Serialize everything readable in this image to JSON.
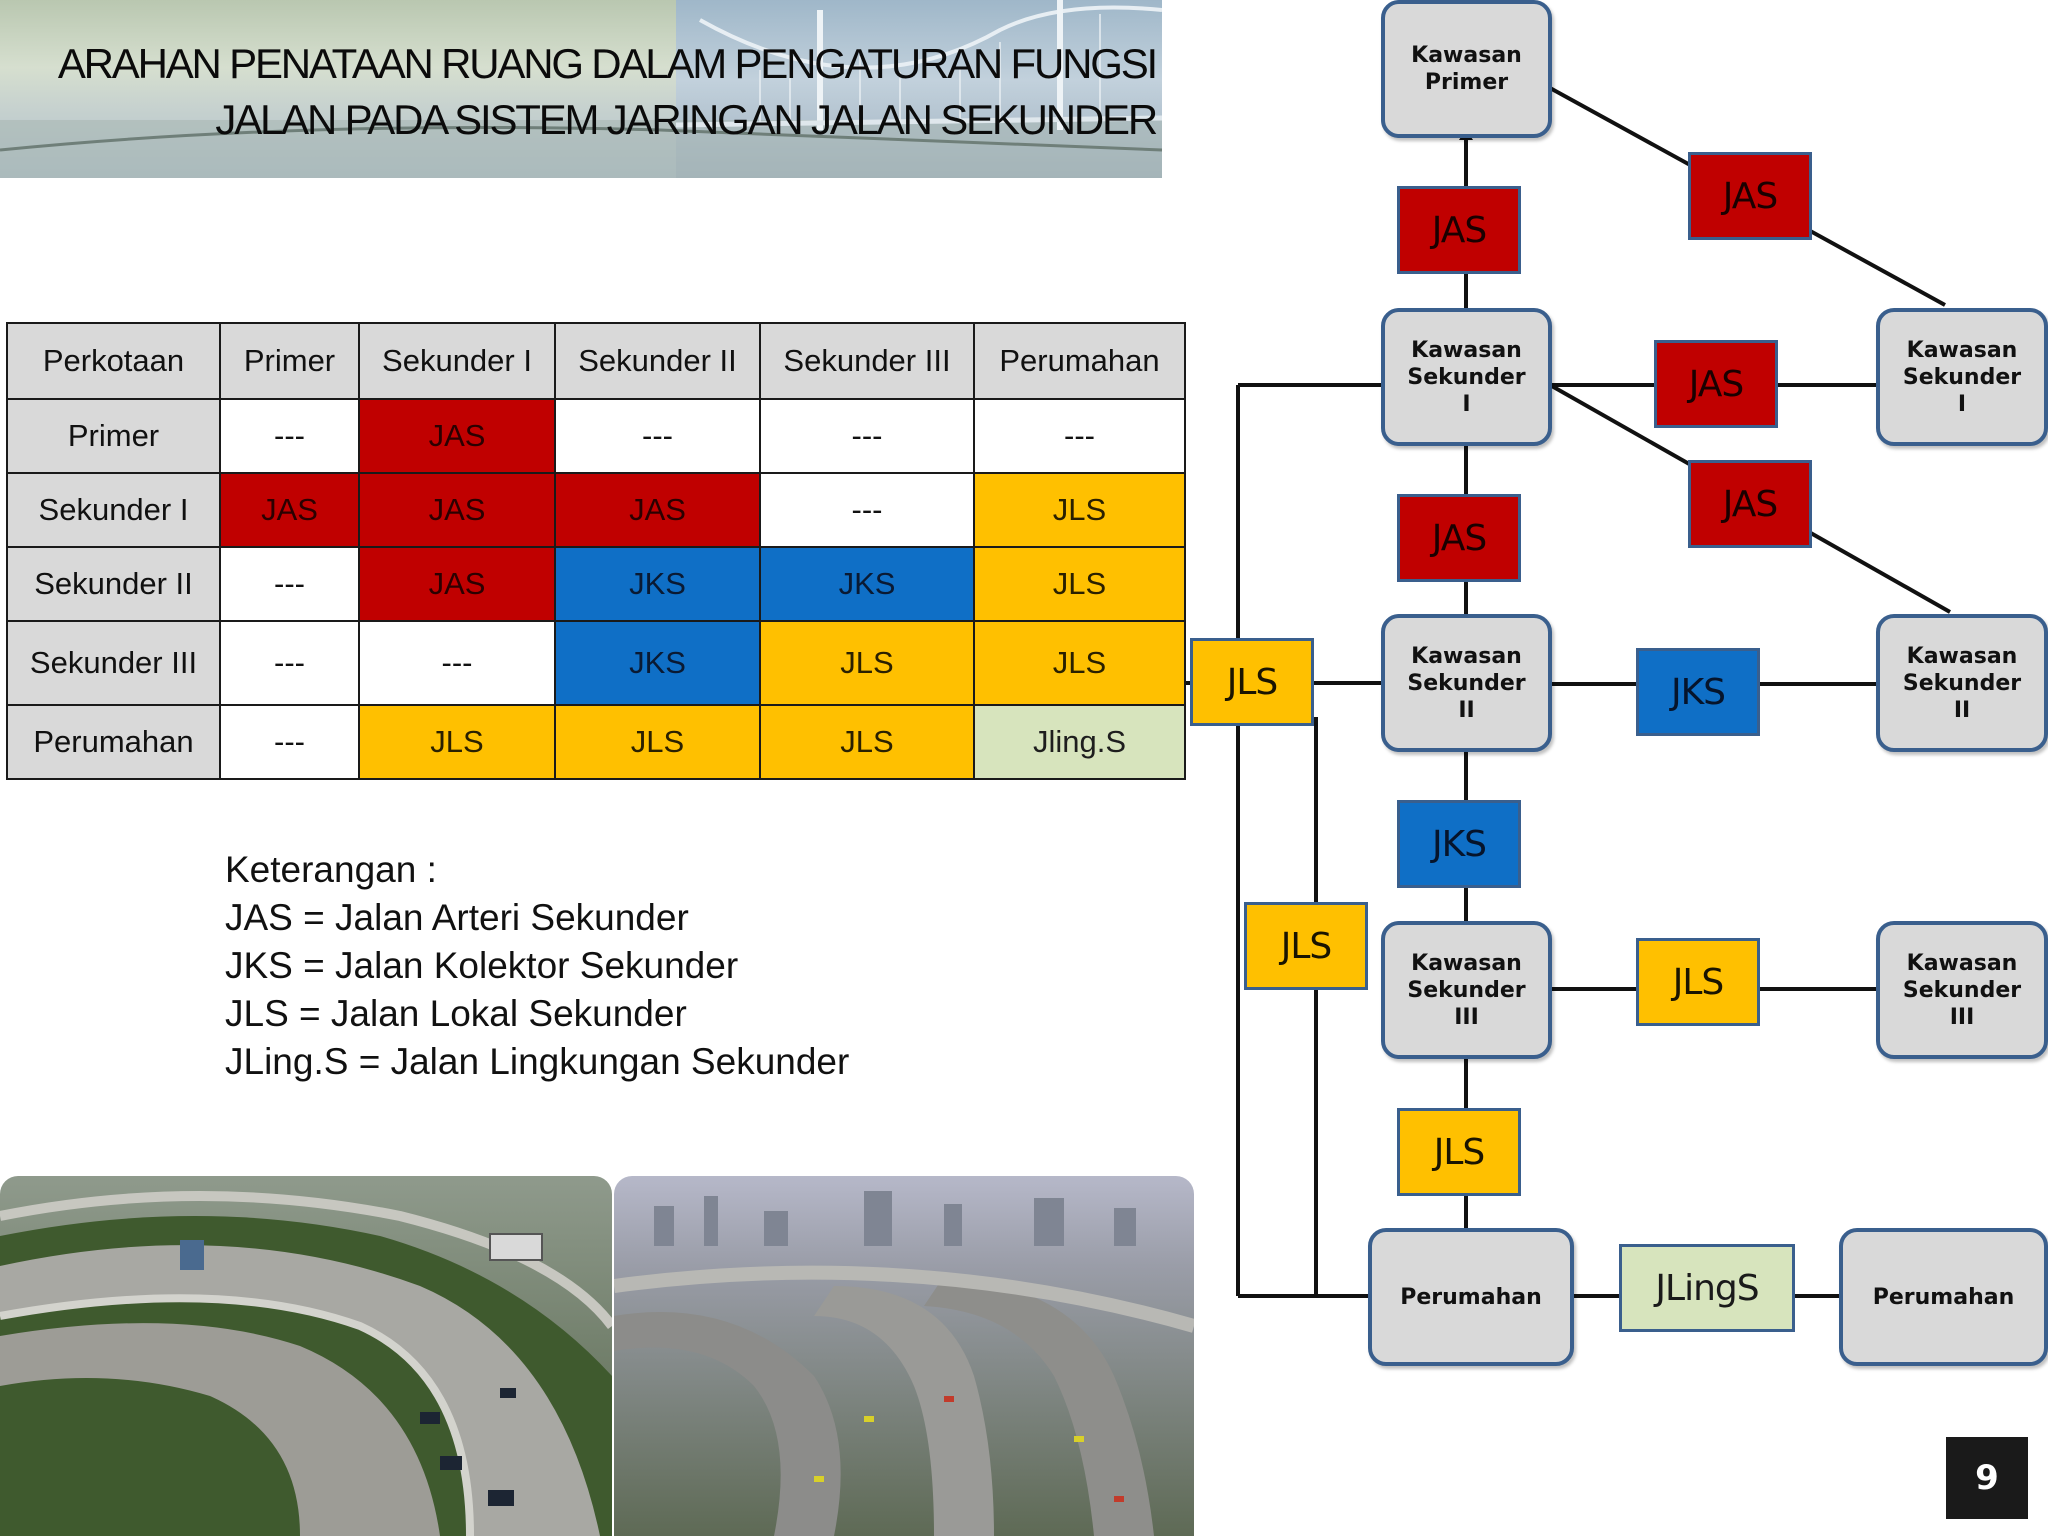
{
  "title": {
    "line1": "ARAHAN PENATAAN RUANG DALAM PENGATURAN FUNGSI",
    "line2": "JALAN PADA SISTEM JARINGAN JALAN SEKUNDER"
  },
  "table": {
    "headers": [
      "Perkotaan",
      "Primer",
      "Sekunder I",
      "Sekunder II",
      "Sekunder III",
      "Perumahan"
    ],
    "rows": [
      {
        "label": "Primer",
        "cells": [
          "---",
          "JAS",
          "---",
          "---",
          "---"
        ]
      },
      {
        "label": "Sekunder I",
        "cells": [
          "JAS",
          "JAS",
          "JAS",
          "---",
          "JLS"
        ]
      },
      {
        "label": "Sekunder II",
        "cells": [
          "---",
          "JAS",
          "JKS",
          "JKS",
          "JLS"
        ]
      },
      {
        "label": "Sekunder III",
        "cells": [
          "---",
          "---",
          "JKS",
          "JLS",
          "JLS"
        ]
      },
      {
        "label": "Perumahan",
        "cells": [
          "---",
          "JLS",
          "JLS",
          "JLS",
          "Jling.S"
        ]
      }
    ]
  },
  "legend": {
    "title": "Keterangan :",
    "items": [
      "JAS = Jalan Arteri Sekunder",
      "JKS = Jalan Kolektor Sekunder",
      "JLS = Jalan Lokal Sekunder",
      "JLing.S = Jalan Lingkungan Sekunder"
    ]
  },
  "diagram": {
    "nodes": {
      "primer": "Kawasan Primer",
      "s1_left": "Kawasan Sekunder I",
      "s1_right": "Kawasan Sekunder I",
      "s2_left": "Kawasan Sekunder II",
      "s2_right": "Kawasan Sekunder II",
      "s3_left": "Kawasan Sekunder III",
      "s3_right": "Kawasan Sekunder III",
      "perumahan_left": "Perumahan",
      "perumahan_right": "Perumahan"
    },
    "tags": {
      "jas_primer_s1": "JAS",
      "jas_primer_diag": "JAS",
      "jas_s1_h": "JAS",
      "jas_s1_diag": "JAS",
      "jas_s1_s2": "JAS",
      "jks_s2_h": "JKS",
      "jks_s2_s3": "JKS",
      "jls_s3_h": "JLS",
      "jls_s3_per": "JLS",
      "jlings_per": "JLingS",
      "jls_branch_s2": "JLS",
      "jls_branch_s3": "JLS"
    },
    "colors": {
      "jas": "#c00000",
      "jks": "#0f6fc6",
      "jls": "#ffc000",
      "jlings": "#d7e4bd",
      "node_border": "#3a5f8d"
    }
  },
  "page_number": "9"
}
